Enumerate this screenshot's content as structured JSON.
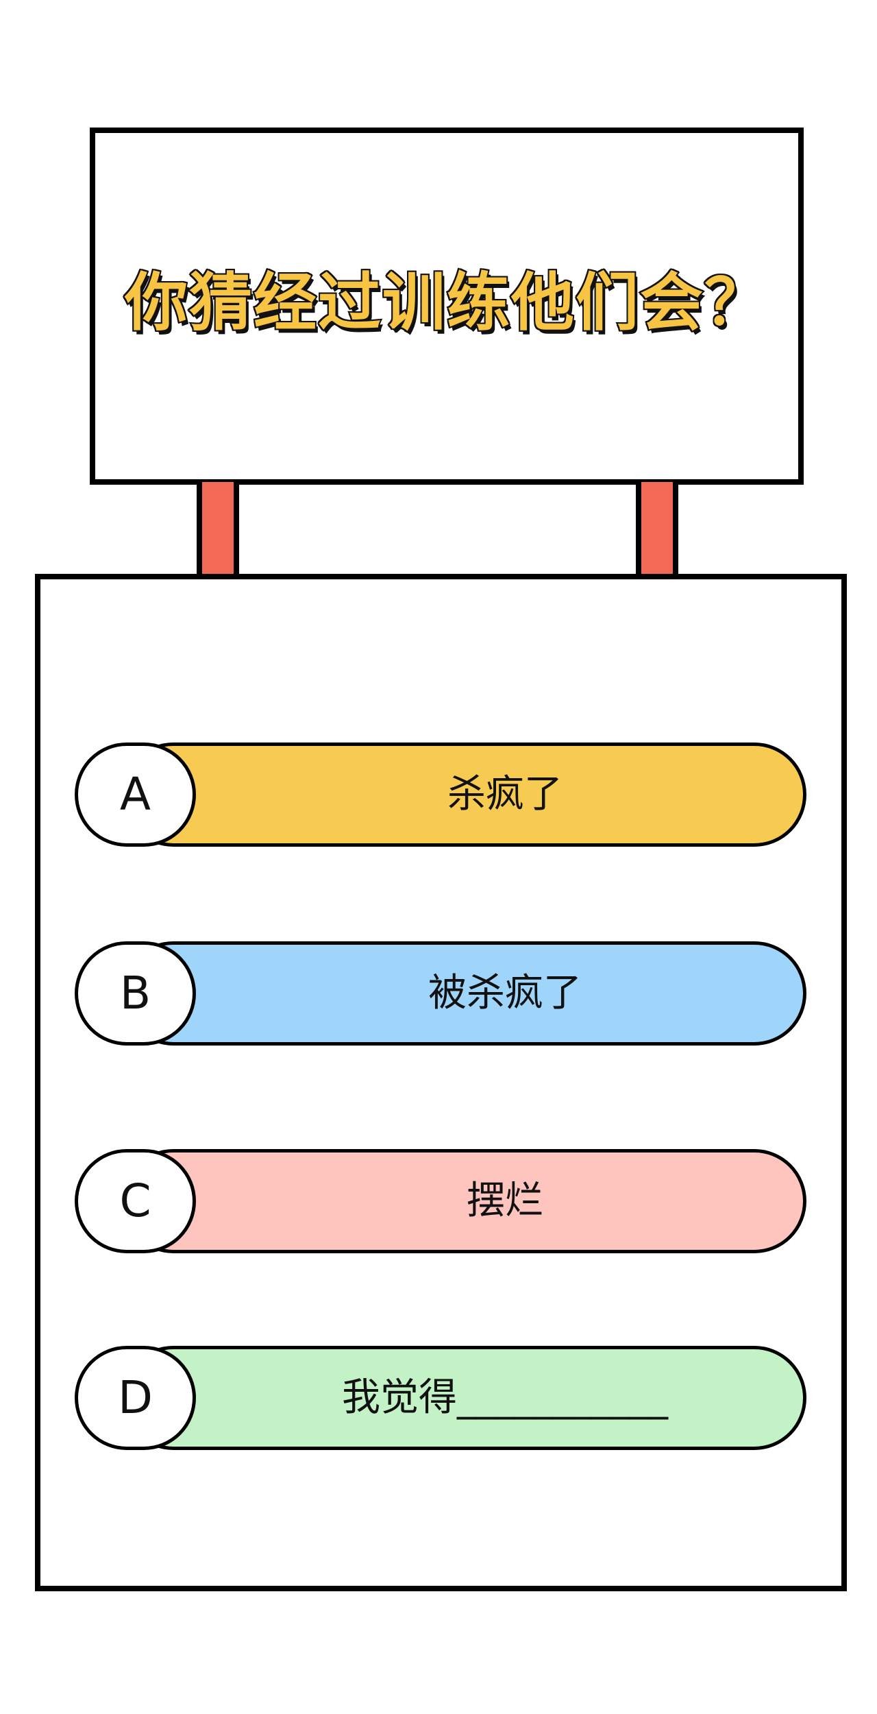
{
  "question": {
    "title": "你猜经过训练他们会？"
  },
  "colors": {
    "title_fill": "#f7c443",
    "post": "#f26a55",
    "option_a": "#f7ca52",
    "option_b": "#9fd5fb",
    "option_c": "#fec5bf",
    "option_d": "#c3f2c7"
  },
  "options": [
    {
      "letter": "A",
      "text": "杀疯了"
    },
    {
      "letter": "B",
      "text": "被杀疯了"
    },
    {
      "letter": "C",
      "text": "摆烂"
    },
    {
      "letter": "D",
      "text": "我觉得___________"
    }
  ]
}
